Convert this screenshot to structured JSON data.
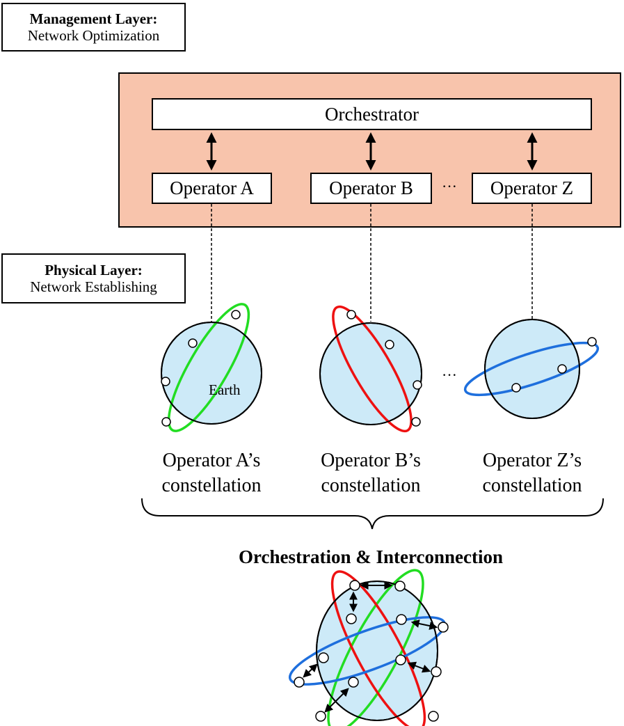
{
  "management_layer": {
    "title": "Management Layer:",
    "subtitle": "Network Optimization"
  },
  "physical_layer": {
    "title": "Physical Layer:",
    "subtitle": "Network Establishing"
  },
  "orchestrator": "Orchestrator",
  "operators": [
    {
      "label": "Operator A",
      "caption_line1": "Operator A’s",
      "caption_line2": "constellation",
      "orbit_color": "#22dd22"
    },
    {
      "label": "Operator B",
      "caption_line1": "Operator B’s",
      "caption_line2": "constellation",
      "orbit_color": "#ee1111"
    },
    {
      "label": "Operator Z",
      "caption_line1": "Operator Z’s",
      "caption_line2": "constellation",
      "orbit_color": "#1e6fdd"
    }
  ],
  "ellipsis": "···",
  "earth_label": "Earth",
  "bottom_title": "Orchestration & Interconnection",
  "colors": {
    "panel": "#f8c4ac",
    "earth": "#cdeaf8"
  }
}
